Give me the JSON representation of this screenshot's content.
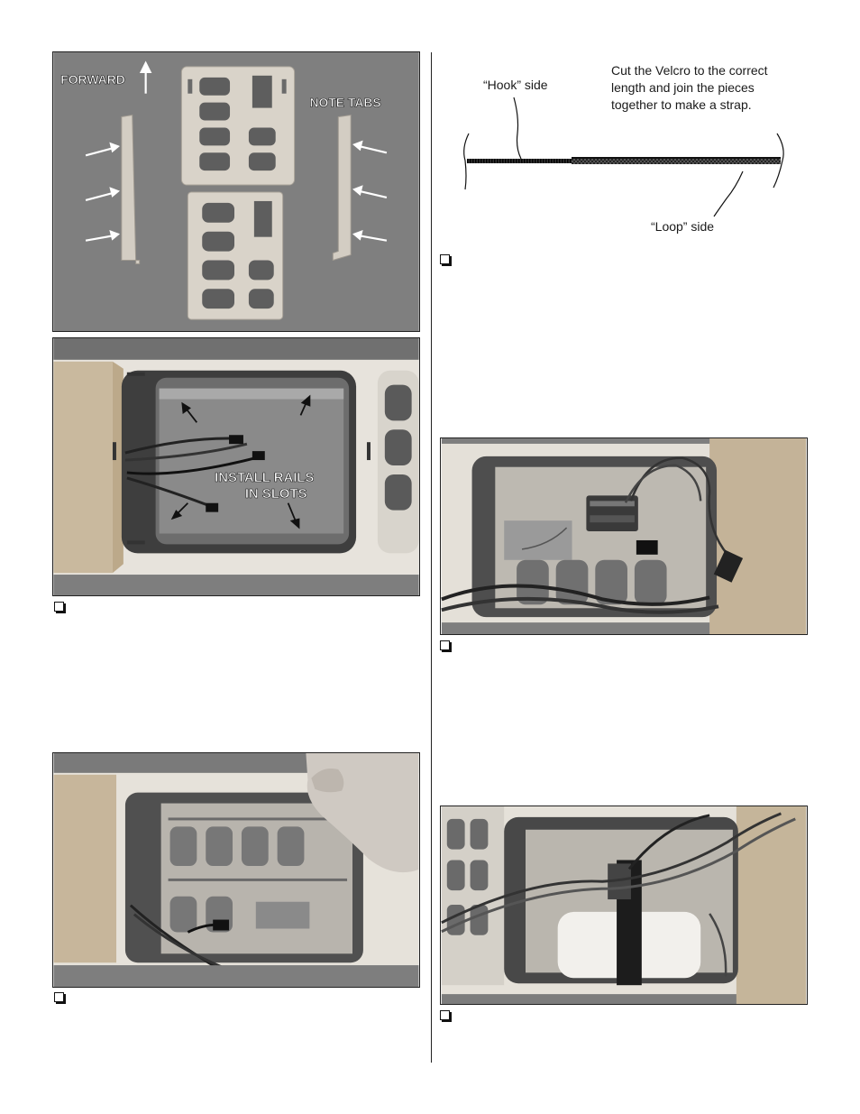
{
  "photo1": {
    "label_forward": "FORWARD",
    "label_note_tabs": "NOTE TABS"
  },
  "photo2": {
    "label_line1": "INSTALL RAILS",
    "label_line2": "IN SLOTS"
  },
  "velcro_diagram": {
    "hook_label": "“Hook” side",
    "instruction_line1": "Cut the Velcro to the correct",
    "instruction_line2": "length and join the pieces",
    "instruction_line3": "together to make a strap.",
    "loop_label": "“Loop” side"
  },
  "colors": {
    "photo_bg": "#7d7d7d",
    "wood": "#d8d2c8",
    "frame": "#e9e6e0",
    "checkbox": "#111111"
  }
}
